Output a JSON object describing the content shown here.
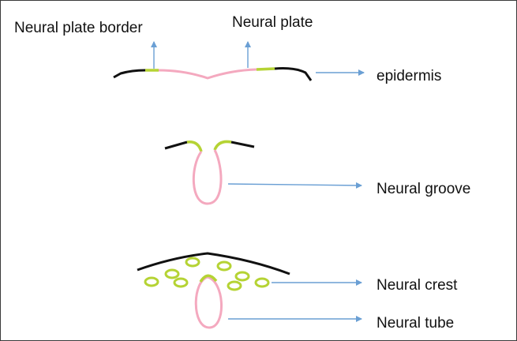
{
  "labels": {
    "neural_plate_border": "Neural plate border",
    "neural_plate": "Neural plate",
    "epidermis": "epidermis",
    "neural_groove": "Neural groove",
    "neural_crest": "Neural crest",
    "neural_tube": "Neural tube"
  },
  "colors": {
    "epidermis": "#111111",
    "neural_plate": "#f4a9bf",
    "neural_plate_border": "#b5d334",
    "arrow": "#6a9fd4",
    "frame": "#3a3a3a"
  }
}
